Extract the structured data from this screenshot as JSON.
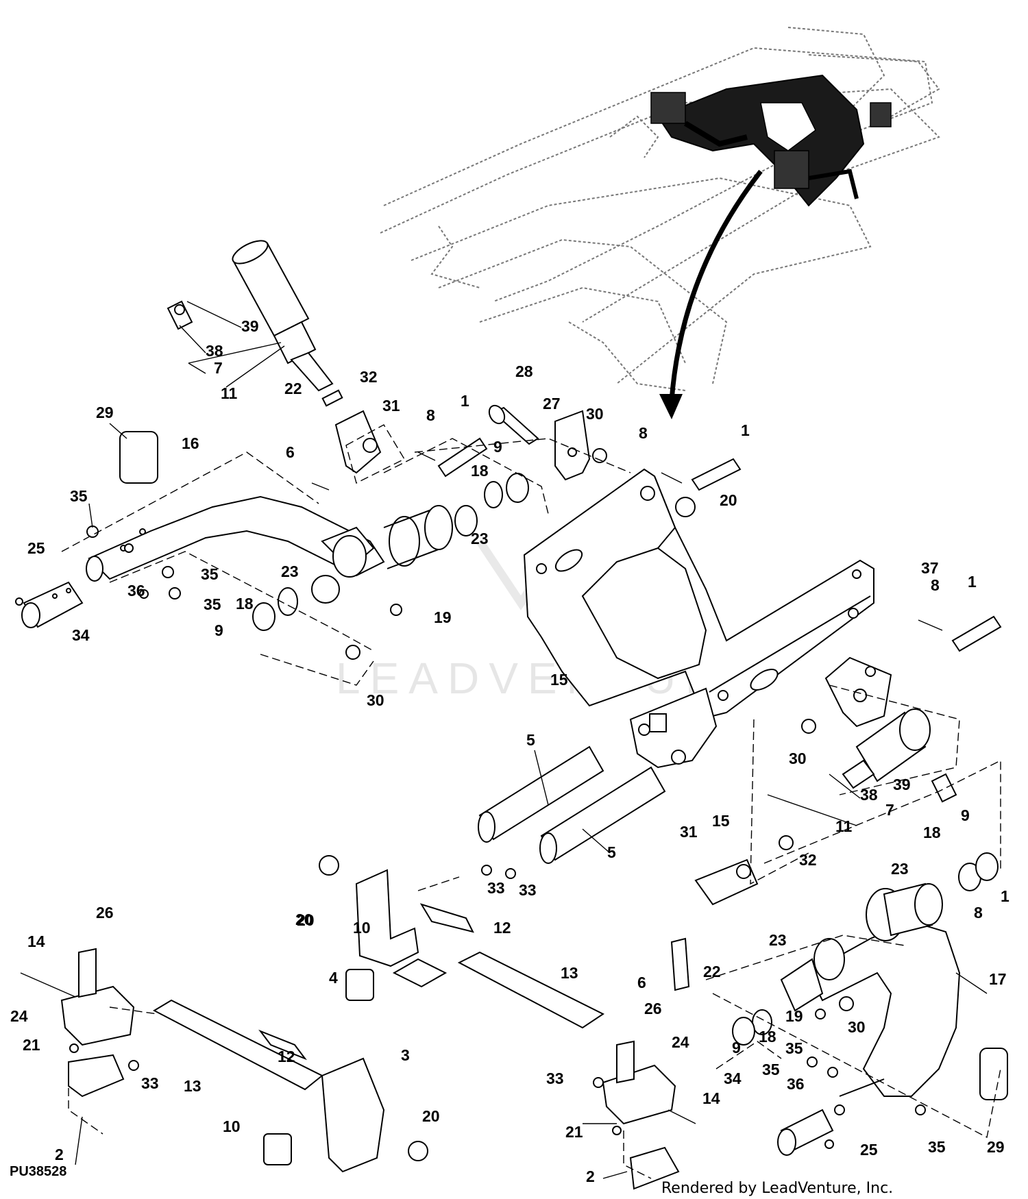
{
  "figure_code": "PU38528",
  "credit": "Rendered by LeadVenture, Inc.",
  "watermark": "LEADVENTURE",
  "colors": {
    "line": "#000000",
    "background": "#ffffff",
    "watermark": "#e6e6e6",
    "ghost": "#777777"
  },
  "callouts": [
    {
      "label": "1"
    },
    {
      "label": "1"
    },
    {
      "label": "1"
    },
    {
      "label": "1"
    },
    {
      "label": "2"
    },
    {
      "label": "2"
    },
    {
      "label": "3"
    },
    {
      "label": "4"
    },
    {
      "label": "5"
    },
    {
      "label": "5"
    },
    {
      "label": "6"
    },
    {
      "label": "6"
    },
    {
      "label": "7"
    },
    {
      "label": "7"
    },
    {
      "label": "8"
    },
    {
      "label": "8"
    },
    {
      "label": "8"
    },
    {
      "label": "8"
    },
    {
      "label": "9"
    },
    {
      "label": "9"
    },
    {
      "label": "9"
    },
    {
      "label": "9"
    },
    {
      "label": "10"
    },
    {
      "label": "10"
    },
    {
      "label": "11"
    },
    {
      "label": "11"
    },
    {
      "label": "12"
    },
    {
      "label": "12"
    },
    {
      "label": "13"
    },
    {
      "label": "13"
    },
    {
      "label": "14"
    },
    {
      "label": "14"
    },
    {
      "label": "15"
    },
    {
      "label": "15"
    },
    {
      "label": "16"
    },
    {
      "label": "17"
    },
    {
      "label": "18"
    },
    {
      "label": "18"
    },
    {
      "label": "18"
    },
    {
      "label": "18"
    },
    {
      "label": "19"
    },
    {
      "label": "19"
    },
    {
      "label": "20"
    },
    {
      "label": "20"
    },
    {
      "label": "20"
    },
    {
      "label": "20"
    },
    {
      "label": "21"
    },
    {
      "label": "21"
    },
    {
      "label": "22"
    },
    {
      "label": "22"
    },
    {
      "label": "23"
    },
    {
      "label": "23"
    },
    {
      "label": "23"
    },
    {
      "label": "23"
    },
    {
      "label": "24"
    },
    {
      "label": "24"
    },
    {
      "label": "25"
    },
    {
      "label": "25"
    },
    {
      "label": "26"
    },
    {
      "label": "26"
    },
    {
      "label": "27"
    },
    {
      "label": "28"
    },
    {
      "label": "29"
    },
    {
      "label": "29"
    },
    {
      "label": "30"
    },
    {
      "label": "30"
    },
    {
      "label": "30"
    },
    {
      "label": "30"
    },
    {
      "label": "31"
    },
    {
      "label": "31"
    },
    {
      "label": "32"
    },
    {
      "label": "32"
    },
    {
      "label": "33"
    },
    {
      "label": "33"
    },
    {
      "label": "33"
    },
    {
      "label": "33"
    },
    {
      "label": "34"
    },
    {
      "label": "34"
    },
    {
      "label": "35"
    },
    {
      "label": "35"
    },
    {
      "label": "35"
    },
    {
      "label": "35"
    },
    {
      "label": "35"
    },
    {
      "label": "35"
    },
    {
      "label": "36"
    },
    {
      "label": "36"
    },
    {
      "label": "37"
    },
    {
      "label": "38"
    },
    {
      "label": "38"
    },
    {
      "label": "39"
    },
    {
      "label": "39"
    }
  ]
}
